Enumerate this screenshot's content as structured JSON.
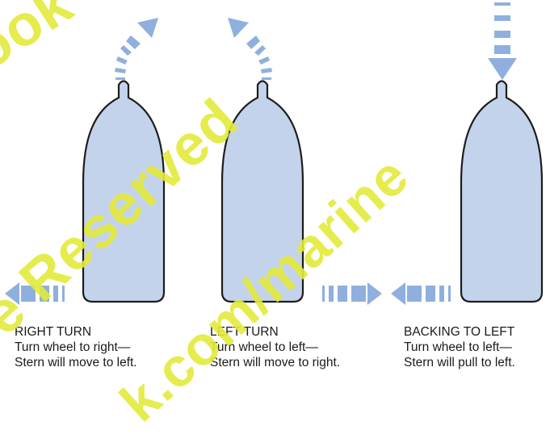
{
  "colors": {
    "hull_fill": "#c4d3ec",
    "hull_stroke": "#1c1c1c",
    "arrow": "#8fb0de",
    "watermark": "#e3ea3a"
  },
  "panels": [
    {
      "title": "RIGHT TURN",
      "line1": "Turn wheel to right—",
      "line2": "Stern will move to left.",
      "bow_arrow": "curved-right-arrow",
      "stern_arrow": "left-arrow"
    },
    {
      "title": "LEFT TURN",
      "line1": "Turn wheel to left—",
      "line2": "Stern will move to right.",
      "bow_arrow": "curved-left-arrow",
      "stern_arrow": "right-arrow"
    },
    {
      "title": "BACKING TO LEFT",
      "line1": "Turn wheel to left—",
      "line2": "Stern will pull to left.",
      "bow_arrow": "down-arrow",
      "stern_arrow": "left-arrow"
    }
  ],
  "watermark": {
    "line1": "ook",
    "line2": "e Reserved",
    "line3": "k.com/marine"
  }
}
